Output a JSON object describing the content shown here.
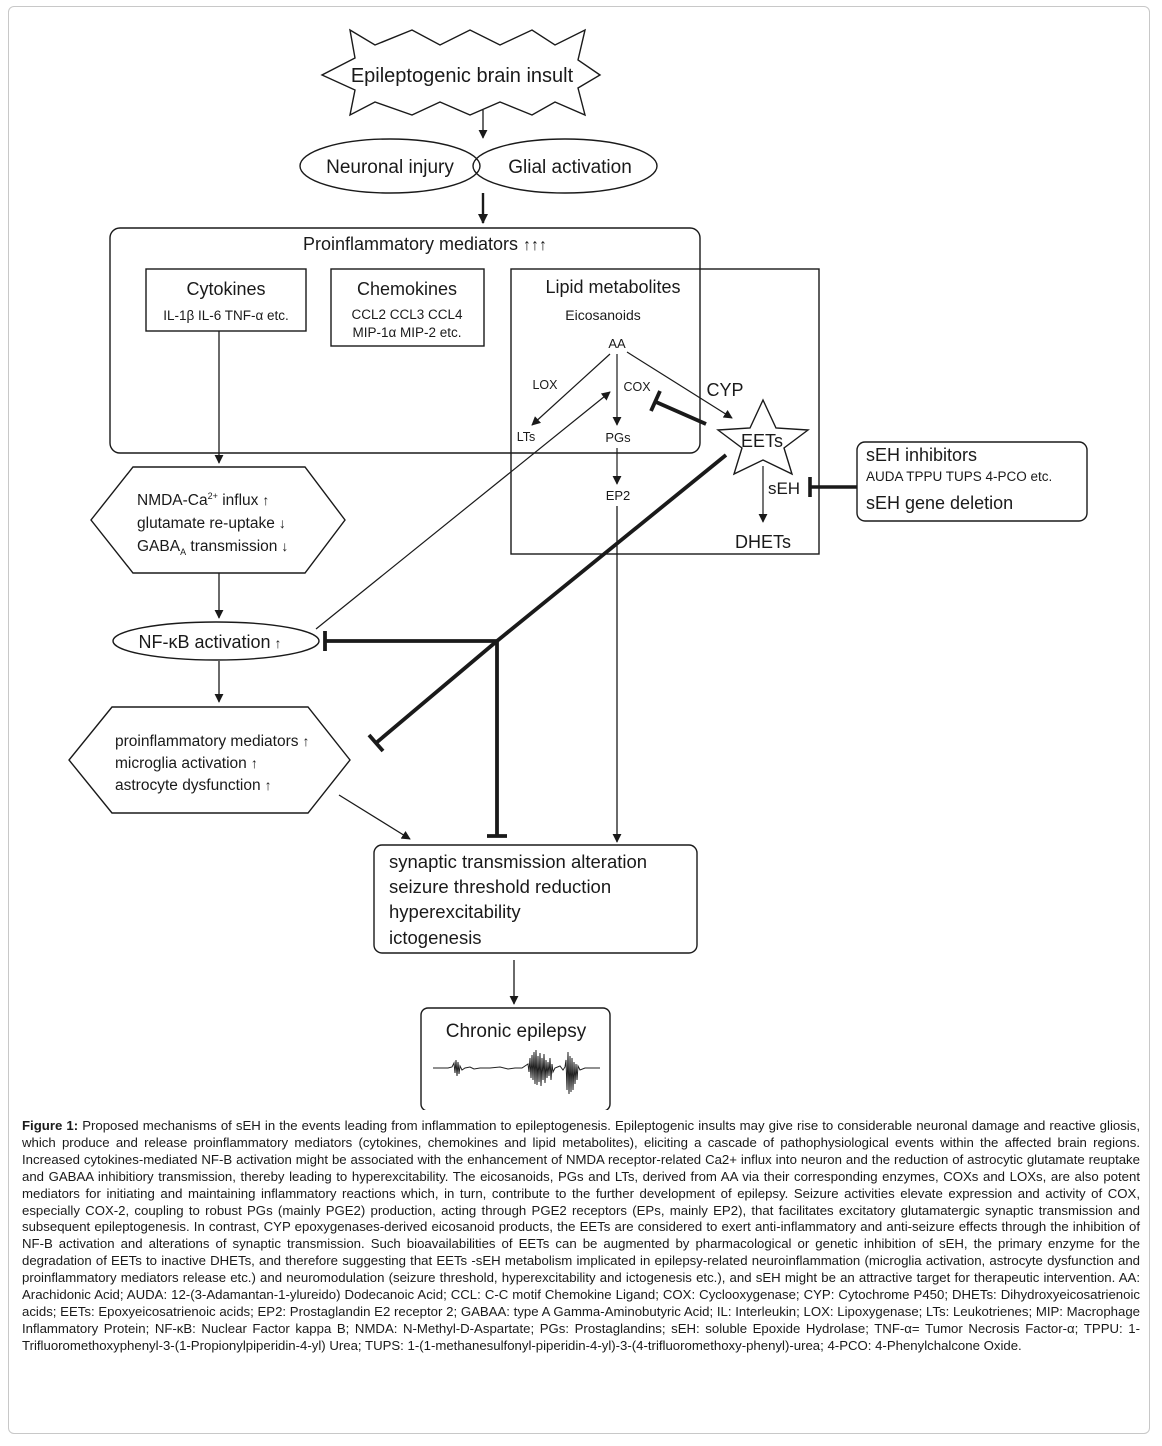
{
  "nodes": {
    "insult": "Epileptogenic brain insult",
    "neuronal_injury": "Neuronal injury",
    "glial_activation": "Glial activation",
    "proinflammatory_title": "Proinflammatory mediators",
    "proinflammatory_arrows": "↑↑↑",
    "cytokines_title": "Cytokines",
    "cytokines_items": "IL-1β IL-6 TNF-α etc.",
    "chemokines_title": "Chemokines",
    "chemokines_line1": "CCL2 CCL3 CCL4",
    "chemokines_line2": "MIP-1α MIP-2 etc.",
    "lipid_title": "Lipid metabolites",
    "eicosanoids": "Eicosanoids",
    "aa": "AA",
    "lox": "LOX",
    "cox": "COX",
    "cyp": "CYP",
    "lts": "LTs",
    "pgs": "PGs",
    "ep2": "EP2",
    "eets": "EETs",
    "seh": "sEH",
    "dhets": "DHETs",
    "seh_inhibitors_title": "sEH inhibitors",
    "seh_inhibitors_items": "AUDA TPPU TUPS 4-PCO etc.",
    "seh_gene_deletion": "sEH gene deletion",
    "nmda_line1_a": "NMDA-Ca",
    "nmda_line1_sup": "2+",
    "nmda_line1_b": " influx",
    "glutamate_line": "glutamate re-uptake",
    "gaba_a": "GABA",
    "gaba_sub": "A",
    "gaba_b": " transmission",
    "nfkb": "NF-κB activation",
    "pim_line1": "proinflammatory mediators",
    "pim_line2": "microglia activation",
    "pim_line3": "astrocyte dysfunction",
    "syn_line1": "synaptic transmission alteration",
    "syn_line2": "seizure threshold reduction",
    "syn_line3": "hyperexcitability",
    "syn_line4": "ictogenesis",
    "chronic": "Chronic epilepsy",
    "up_arrow": "↑",
    "down_arrow": "↓"
  },
  "caption": {
    "label": "Figure 1:",
    "text": " Proposed mechanisms of sEH in the events leading from inflammation to epileptogenesis. Epileptogenic insults may give rise to considerable neuronal damage and reactive gliosis, which produce and release proinflammatory mediators (cytokines, chemokines and lipid metabolites), eliciting a cascade of pathophysiological events within the affected brain regions. Increased cytokines-mediated NF-B activation might be associated with the enhancement of NMDA receptor-related Ca2+ influx into neuron and the reduction of astrocytic glutamate reuptake and GABAA inhibitiory transmission, thereby leading to hyperexcitability. The eicosanoids, PGs and LTs, derived from AA via their corresponding enzymes, COXs and LOXs, are also potent mediators for initiating and maintaining inflammatory reactions which, in turn, contribute to the further development of epilepsy. Seizure activities elevate expression and activity of COX, especially COX-2, coupling to robust PGs (mainly PGE2) production, acting through PGE2 receptors (EPs, mainly EP2), that facilitates excitatory glutamatergic synaptic transmission and subsequent epileptogenesis. In contrast, CYP epoxygenases-derived eicosanoid products, the EETs are considered to exert anti-inflammatory and anti-seizure effects through the inhibition of NF-B activation and alterations of synaptic transmission. Such bioavailabilities of EETs can be augmented by pharmacological or genetic inhibition of sEH, the primary enzyme for the degradation of EETs to inactive DHETs, and therefore suggesting that EETs -sEH metabolism implicated in epilepsy-related neuroinflammation (microglia activation, astrocyte dysfunction and proinflammatory mediators release etc.) and neuromodulation (seizure threshold, hyperexcitability and ictogenesis etc.), and sEH might be an attractive target for therapeutic intervention. AA: Arachidonic Acid; AUDA: 12-(3-Adamantan-1-ylureido) Dodecanoic Acid; CCL: C-C motif Chemokine Ligand; COX: Cyclooxygenase; CYP: Cytochrome P450; DHETs: Dihydroxyeicosatrienoic acids; EETs: Epoxyeicosatrienoic acids; EP2: Prostaglandin E2 receptor 2; GABAA: type A Gamma-Aminobutyric Acid; IL: Interleukin; LOX: Lipoxygenase; LTs: Leukotrienes; MIP: Macrophage Inflammatory Protein; NF-κB: Nuclear Factor kappa B; NMDA: N-Methyl-D-Aspartate; PGs: Prostaglandins; sEH: soluble Epoxide Hydrolase; TNF-α= Tumor Necrosis Factor-α; TPPU: 1-Trifluoromethoxyphenyl-3-(1-Propionylpiperidin-4-yl) Urea; TUPS: 1-(1-methanesulfonyl-piperidin-4-yl)-3-(4-trifluoromethoxy-phenyl)-urea; 4-PCO: 4-Phenylchalcone Oxide."
  }
}
